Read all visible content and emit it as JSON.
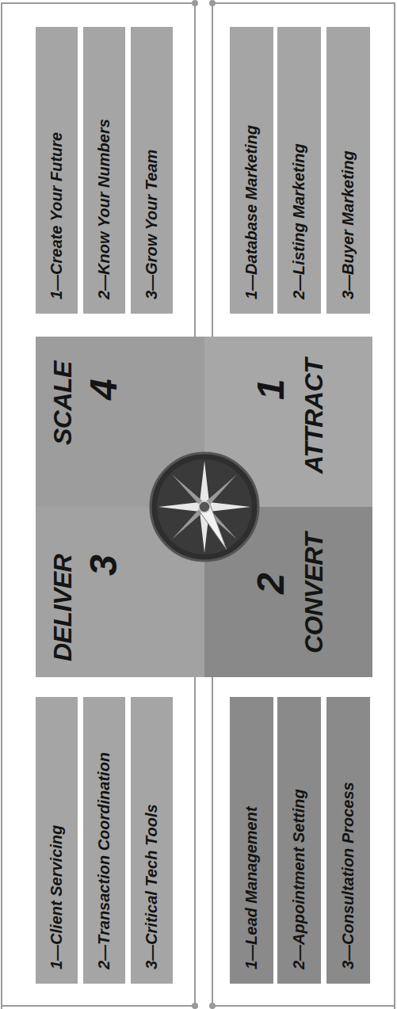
{
  "diagram": {
    "nodes": [
      {
        "text": [
          "DELIVER",
          "3"
        ]
      },
      {
        "text": [
          "SCALE",
          "4"
        ]
      },
      {
        "text": [
          "2",
          "CONVERT"
        ]
      },
      {
        "text": [
          "1",
          "ATTRACT"
        ]
      },
      {
        "text": [
          "1—Client Servicing"
        ]
      },
      {
        "text": [
          "2—Transaction Coordination"
        ]
      },
      {
        "text": [
          "3—Critical Tech Tools"
        ]
      },
      {
        "text": [
          "1—Create Your Future"
        ]
      },
      {
        "text": [
          "2—Know Your Numbers"
        ]
      },
      {
        "text": [
          "3—Grow Your Team"
        ]
      },
      {
        "text": [
          "1—Lead Management"
        ]
      },
      {
        "text": [
          "2—Appointment Setting"
        ]
      },
      {
        "text": [
          "3—Consultation Process"
        ]
      },
      {
        "text": [
          "1—Database Marketing"
        ]
      },
      {
        "text": [
          "2—Listing Marketing"
        ]
      },
      {
        "text": [
          "3—Buyer Marketing"
        ]
      }
    ]
  }
}
